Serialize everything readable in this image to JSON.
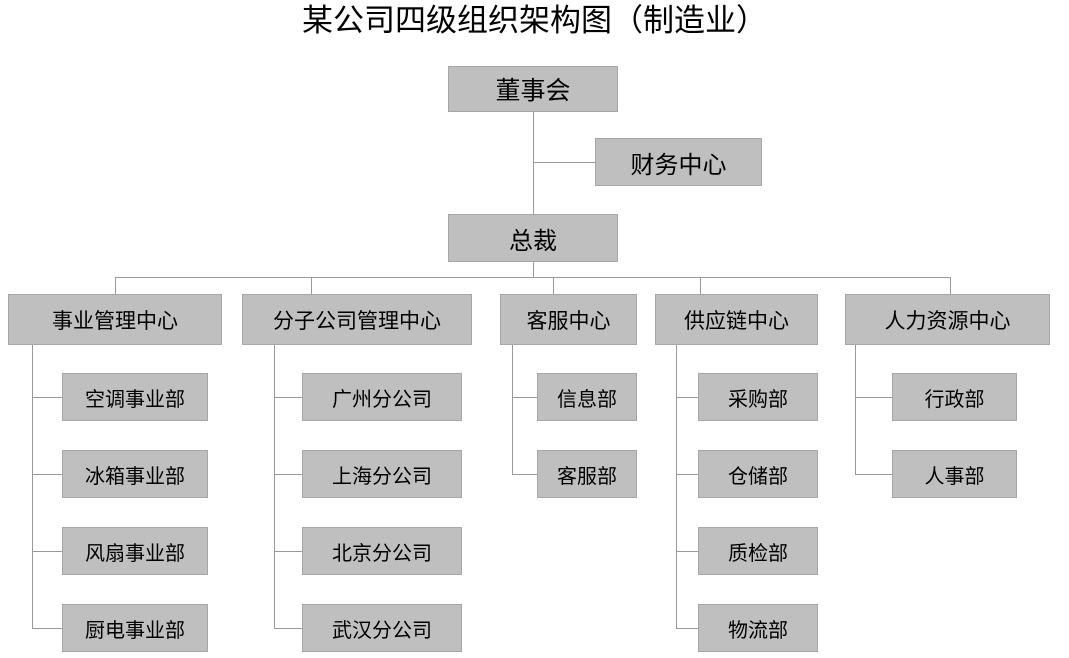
{
  "page": {
    "title": "某公司四级组织架构图（制造业）",
    "background_color": "#ffffff",
    "node_fill_color": "#bfbfbf",
    "node_border_color": "#a6a6a6",
    "connector_color": "#9a9a9a",
    "text_color": "#000000"
  },
  "chart_data": {
    "type": "diagram",
    "subtype": "organization-chart",
    "title": "某公司四级组织架构图（制造业）",
    "levels": 4,
    "nodes": [
      {
        "id": "board",
        "label": "董事会",
        "level": 1,
        "parent": null
      },
      {
        "id": "finance",
        "label": "财务中心",
        "level": 2,
        "parent": "board",
        "attachment": "staff-right"
      },
      {
        "id": "president",
        "label": "总裁",
        "level": 2,
        "parent": "board"
      },
      {
        "id": "biz",
        "label": "事业管理中心",
        "level": 3,
        "parent": "president"
      },
      {
        "id": "subco",
        "label": "分子公司管理中心",
        "level": 3,
        "parent": "president"
      },
      {
        "id": "service",
        "label": "客服中心",
        "level": 3,
        "parent": "president"
      },
      {
        "id": "supply",
        "label": "供应链中心",
        "level": 3,
        "parent": "president"
      },
      {
        "id": "hr",
        "label": "人力资源中心",
        "level": 3,
        "parent": "president"
      },
      {
        "id": "ac",
        "label": "空调事业部",
        "level": 4,
        "parent": "biz"
      },
      {
        "id": "fridge",
        "label": "冰箱事业部",
        "level": 4,
        "parent": "biz"
      },
      {
        "id": "fan",
        "label": "风扇事业部",
        "level": 4,
        "parent": "biz"
      },
      {
        "id": "kitchen",
        "label": "厨电事业部",
        "level": 4,
        "parent": "biz"
      },
      {
        "id": "gz",
        "label": "广州分公司",
        "level": 4,
        "parent": "subco"
      },
      {
        "id": "sh",
        "label": "上海分公司",
        "level": 4,
        "parent": "subco"
      },
      {
        "id": "bj",
        "label": "北京分公司",
        "level": 4,
        "parent": "subco"
      },
      {
        "id": "wh",
        "label": "武汉分公司",
        "level": 4,
        "parent": "subco"
      },
      {
        "id": "info",
        "label": "信息部",
        "level": 4,
        "parent": "service"
      },
      {
        "id": "cs",
        "label": "客服部",
        "level": 4,
        "parent": "service"
      },
      {
        "id": "purchase",
        "label": "采购部",
        "level": 4,
        "parent": "supply"
      },
      {
        "id": "warehouse",
        "label": "仓储部",
        "level": 4,
        "parent": "supply"
      },
      {
        "id": "qc",
        "label": "质检部",
        "level": 4,
        "parent": "supply"
      },
      {
        "id": "logistics",
        "label": "物流部",
        "level": 4,
        "parent": "supply"
      },
      {
        "id": "admin",
        "label": "行政部",
        "level": 4,
        "parent": "hr"
      },
      {
        "id": "personnel",
        "label": "人事部",
        "level": 4,
        "parent": "hr"
      }
    ]
  },
  "nodes": {
    "board": "董事会",
    "finance": "财务中心",
    "president": "总裁",
    "biz": "事业管理中心",
    "subco": "分子公司管理中心",
    "service": "客服中心",
    "supply": "供应链中心",
    "hr": "人力资源中心",
    "ac": "空调事业部",
    "fridge": "冰箱事业部",
    "fan": "风扇事业部",
    "kitchen": "厨电事业部",
    "gz": "广州分公司",
    "sh": "上海分公司",
    "bj": "北京分公司",
    "wh": "武汉分公司",
    "info": "信息部",
    "cs": "客服部",
    "purchase": "采购部",
    "warehouse": "仓储部",
    "qc": "质检部",
    "logistics": "物流部",
    "admin": "行政部",
    "personnel": "人事部"
  }
}
